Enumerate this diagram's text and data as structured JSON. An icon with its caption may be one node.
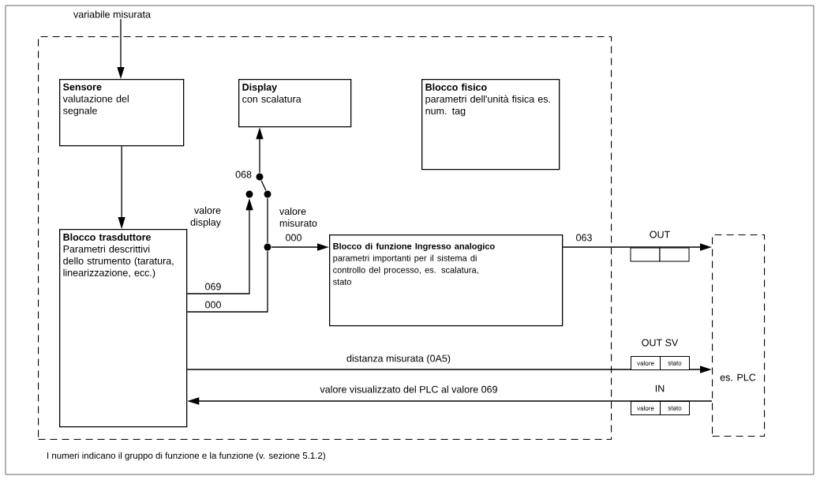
{
  "diagram": {
    "caption": "I numeri indicano il gruppo di funzione e la funzione (v. sezione 5.1.2)",
    "nodes": [
      {
        "text": [
          "variabile misurata"
        ]
      },
      {
        "text": [],
        "shape": "box"
      },
      {
        "text": [
          "Sensore",
          "valutazione del segnale"
        ],
        "in": 1
      },
      {
        "text": [
          "Display",
          "con scalatura"
        ],
        "in": 1
      },
      {
        "text": [
          "Blocco fisico",
          "parametri dell'unità fisica es. num. tag"
        ],
        "in": 1
      },
      {
        "text": [
          "Blocco trasduttore",
          "Parametri descrittivi dello strumento (taratura, linearizzazione, ecc.)"
        ],
        "in": 1
      },
      {
        "text": [
          "Blocco di funzione Ingresso analogico",
          "parametri importanti per il sistema di controllo del processo, es. scalatura, stato"
        ],
        "in": 1
      },
      {
        "text": [
          "es. PLC"
        ]
      },
      {
        "text": [],
        "shape": "circle",
        "in": 1,
        "beside": [
          "068"
        ]
      },
      {
        "text": [],
        "shape": "circle",
        "in": 1
      },
      {
        "text": [],
        "shape": "circle",
        "in": 1
      },
      {
        "text": [],
        "shape": "circle",
        "in": 1
      }
    ],
    "edges": [
      {
        "from": 0,
        "to": 2,
        "arrow": "to"
      },
      {
        "from": 2,
        "to": 5,
        "arrow": "to"
      },
      {
        "from": 5,
        "to": 9,
        "arrow": "to",
        "label": "069"
      },
      {
        "from": 5,
        "to": 11,
        "arrow": "none",
        "label": "000"
      },
      {
        "from": 11,
        "to": 10,
        "arrow": "none"
      },
      {
        "from": 10,
        "to": 8,
        "arrow": "none"
      },
      {
        "from": 8,
        "to": 3,
        "arrow": "to"
      },
      {
        "from": 11,
        "to": 6,
        "arrow": "to",
        "label": "000"
      },
      {
        "from": 6,
        "to": 7,
        "arrow": "to",
        "label": "063"
      },
      {
        "from": 5,
        "to": 7,
        "arrow": "to",
        "label": "distanza misurata (0A5)"
      },
      {
        "from": 7,
        "to": 5,
        "arrow": "to",
        "label": "valore visualizzato del PLC al valore 069"
      }
    ],
    "labels": [
      "valore display",
      "valore misurato",
      "OUT",
      "OUT SV",
      "valore",
      "stato",
      "IN",
      "valore",
      "stato"
    ]
  }
}
